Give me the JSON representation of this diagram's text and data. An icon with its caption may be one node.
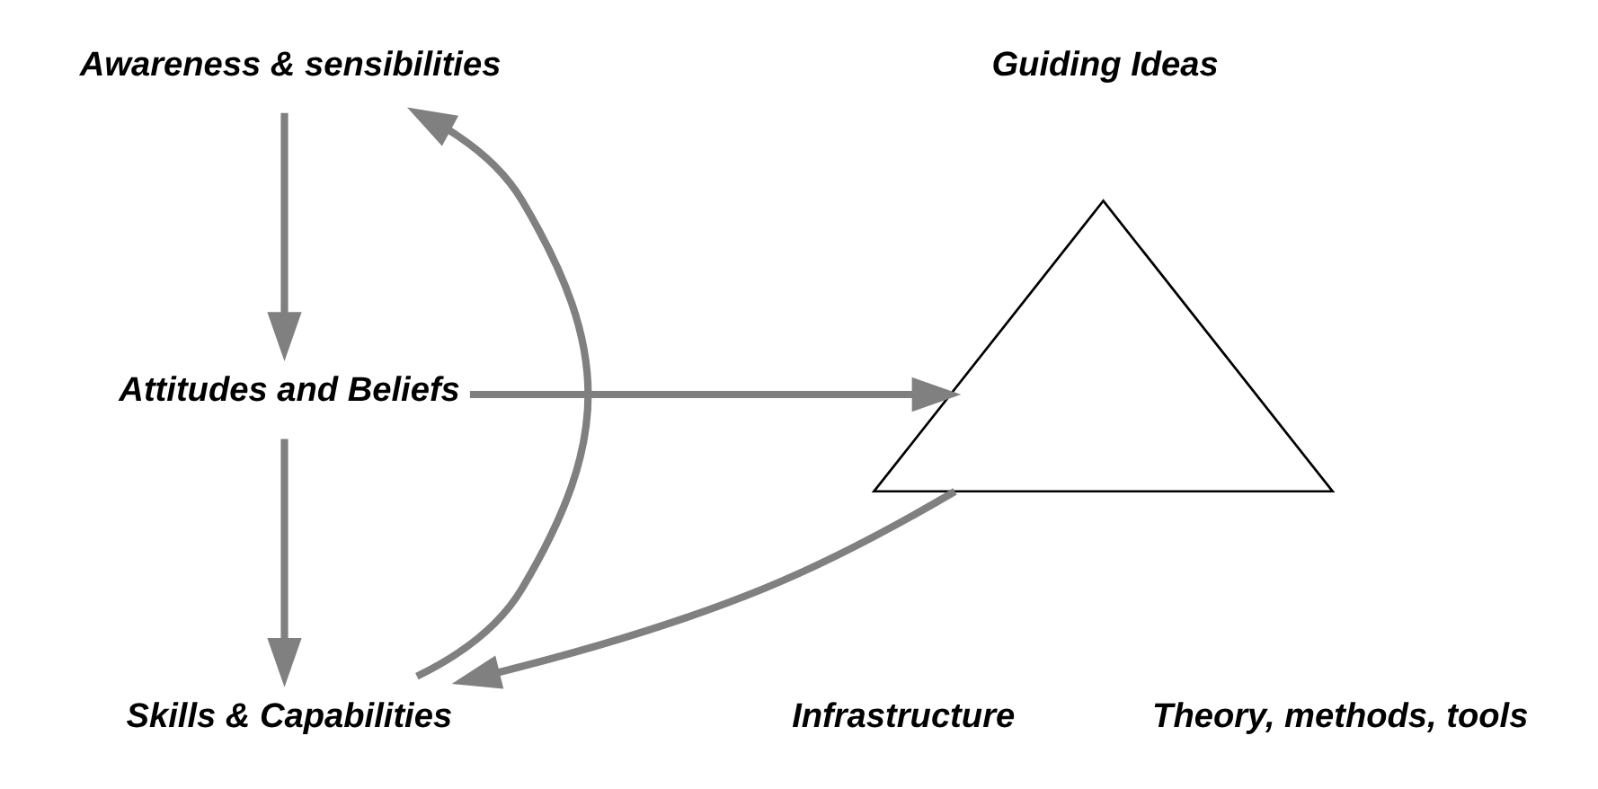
{
  "diagram": {
    "nodes": [
      {
        "text": [],
        "shape": "triangle"
      },
      {
        "text": [
          "Awareness & sensibilities"
        ]
      },
      {
        "text": [
          "Attitudes and Beliefs"
        ]
      },
      {
        "text": [
          "Skills & Capabilities"
        ]
      }
    ],
    "edges": [
      {
        "from": 2,
        "to": 0,
        "arrow": "to"
      },
      {
        "from": 0,
        "to": 3,
        "arrow": "to"
      },
      {
        "from": 1,
        "to": 2,
        "arrow": "to"
      },
      {
        "from": 2,
        "to": 3,
        "arrow": "to"
      },
      {
        "from": 3,
        "to": 1,
        "arrow": "to"
      }
    ],
    "labels": [
      "Guiding Ideas",
      "Infrastructure",
      "Theory, methods, tools"
    ]
  }
}
